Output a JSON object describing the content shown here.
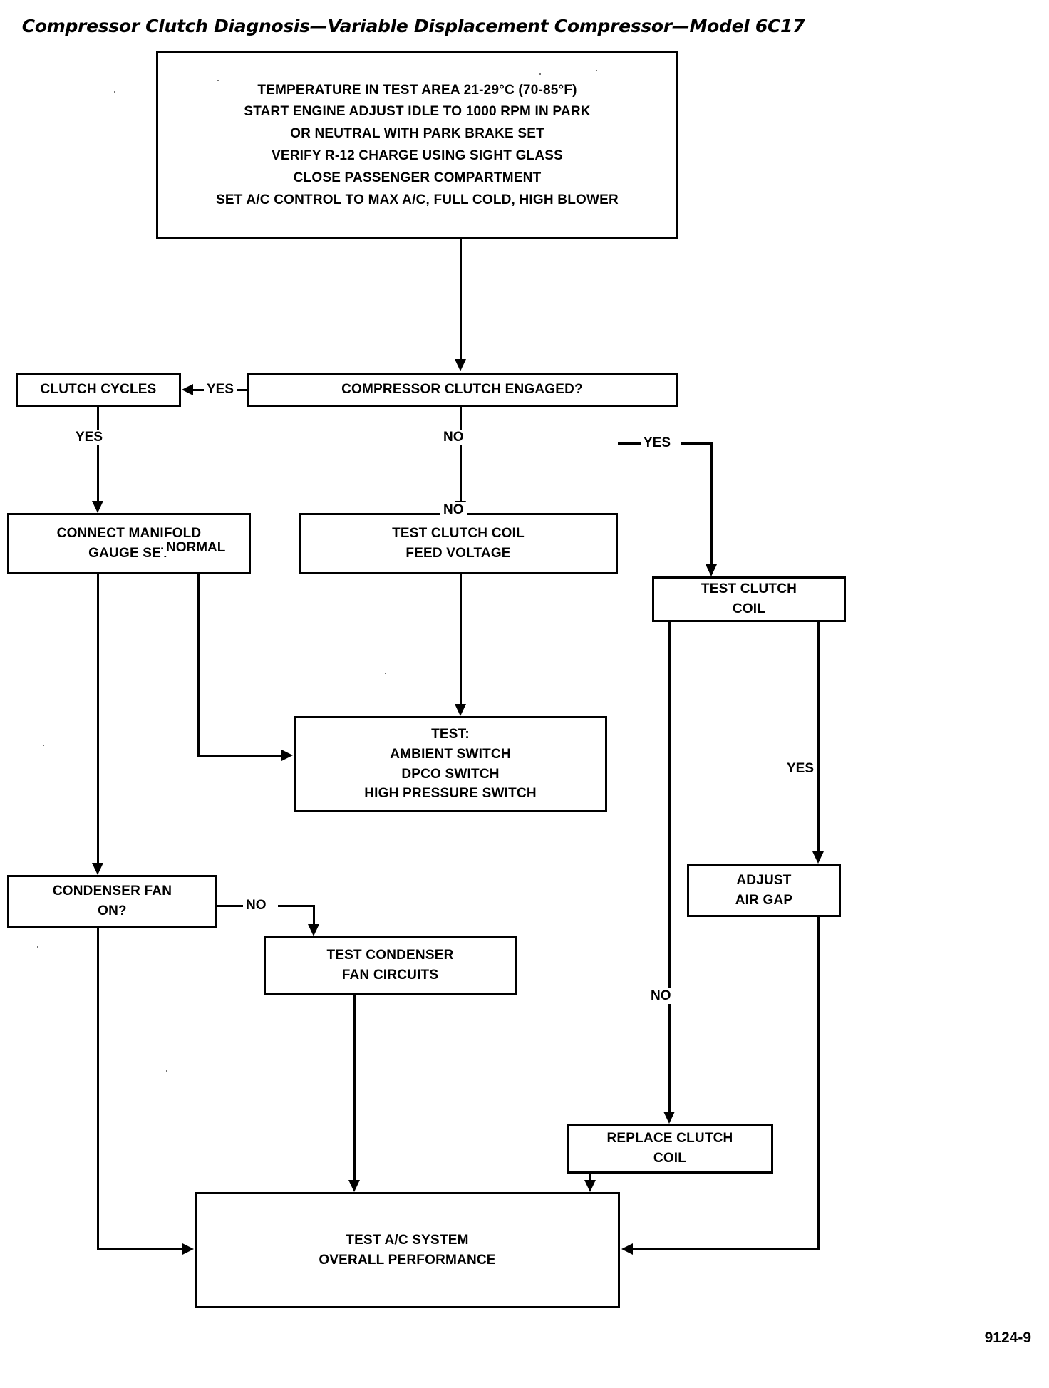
{
  "title": "Compressor Clutch Diagnosis—Variable Displacement Compressor—Model 6C17",
  "figure_ref": "9124-9",
  "nodes": {
    "setup": {
      "name": "test-setup-conditions",
      "lines": [
        "TEMPERATURE IN TEST AREA 21-29°C (70-85°F)",
        "START ENGINE ADJUST IDLE TO 1000 RPM IN PARK",
        "OR NEUTRAL WITH PARK BRAKE SET",
        "VERIFY R-12 CHARGE USING SIGHT GLASS",
        "CLOSE PASSENGER COMPARTMENT",
        "SET A/C CONTROL TO MAX A/C, FULL COLD, HIGH BLOWER"
      ]
    },
    "clutch_cycles": {
      "lines": [
        "CLUTCH CYCLES"
      ]
    },
    "clutch_engaged": {
      "lines": [
        "COMPRESSOR CLUTCH ENGAGED?"
      ]
    },
    "connect_manifold": {
      "lines": [
        "CONNECT MANIFOLD",
        "GAUGE SET"
      ]
    },
    "test_feed_voltage": {
      "lines": [
        "TEST CLUTCH COIL",
        "FEED VOLTAGE"
      ]
    },
    "test_clutch_coil": {
      "lines": [
        "TEST CLUTCH",
        "COIL"
      ]
    },
    "test_switches": {
      "lines": [
        "TEST:",
        "AMBIENT SWITCH",
        "DPCO SWITCH",
        "HIGH PRESSURE SWITCH"
      ]
    },
    "condenser_fan": {
      "lines": [
        "CONDENSER FAN",
        "ON?"
      ]
    },
    "adjust_air_gap": {
      "lines": [
        "ADJUST",
        "AIR GAP"
      ]
    },
    "test_condenser_fan": {
      "lines": [
        "TEST CONDENSER",
        "FAN CIRCUITS"
      ]
    },
    "replace_clutch": {
      "lines": [
        "REPLACE CLUTCH",
        "COIL"
      ]
    },
    "test_ac_system": {
      "lines": [
        "TEST A/C SYSTEM",
        "OVERALL PERFORMANCE"
      ]
    }
  },
  "edge_labels": {
    "engaged_yes": "YES",
    "cycles_yes": "YES",
    "engaged_no": "NO",
    "feed_voltage_yes": "YES",
    "feed_voltage_no": "NO",
    "manifold_normal": "NORMAL",
    "clutch_coil_yes": "YES",
    "clutch_coil_no": "NO",
    "condenser_fan_no": "NO"
  },
  "colors": {
    "ink": "#000000",
    "paper": "#ffffff"
  }
}
